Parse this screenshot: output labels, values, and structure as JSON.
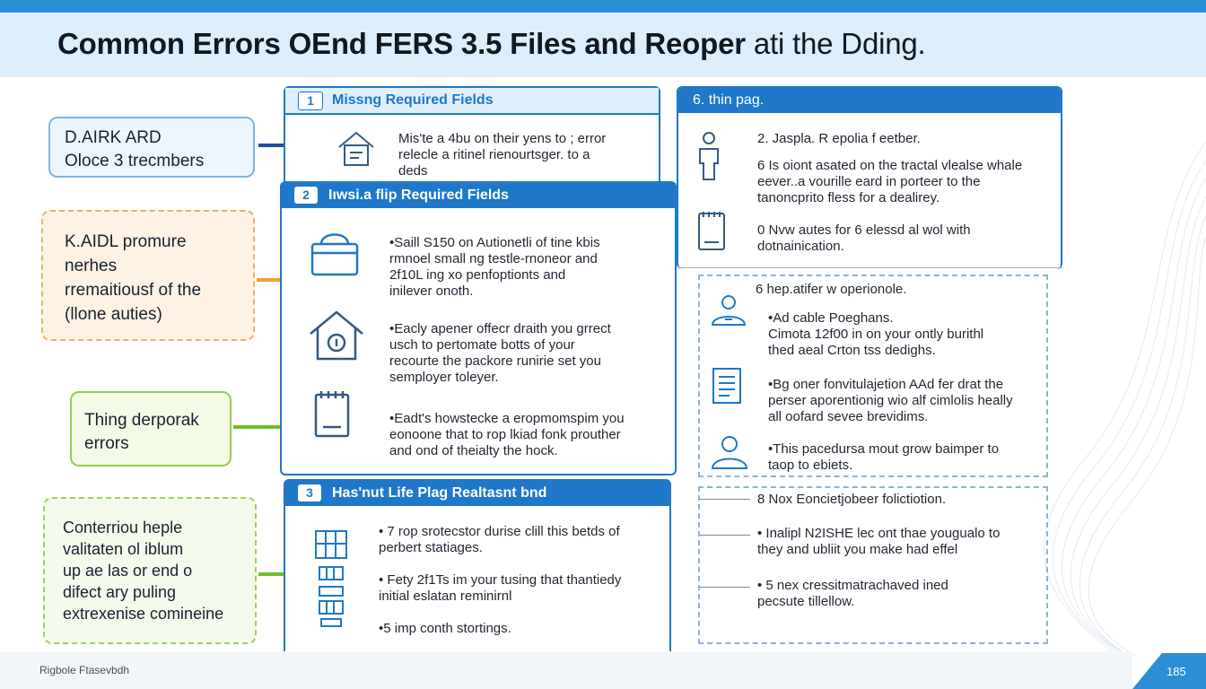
{
  "title": {
    "main": "Common Errors OEnd FERS 3.5 Files and Reoper",
    "tail": "ati the Dding."
  },
  "left_callouts": [
    {
      "lines": [
        "D.AIRK ARD",
        "Oloce 3 trecmbers"
      ]
    },
    {
      "lines": [
        "K.AIDL promure",
        "nerhes",
        "rremaitiousf of the",
        "(llone auties)"
      ]
    },
    {
      "lines": [
        "Thing derporak",
        "errors"
      ]
    },
    {
      "lines": [
        "Conterriou heple",
        "valitaten ol iblum",
        "up ae las or end o",
        "difect ary puling",
        "extrexenise comineine"
      ]
    }
  ],
  "cards": {
    "card1": {
      "number": "1",
      "title": "Missng Required Fields",
      "body": [
        "Mis'te a 4bu on their yens to ; error",
        "relecle a ritinel rienourtsger. to a",
        "deds"
      ]
    },
    "card2": {
      "number": "2",
      "title": "Iıwsi.a flip Required Fields",
      "items": [
        [
          "•Saill S150 on Autionetli of tine kbis",
          "rmnoel small ng testle-rnoneor and",
          "2f10L ing xo penfoptionts and",
          "inilever onoth."
        ],
        [
          "•Eacly apener offecr draith you grrect",
          "usch to pertomate botts of your",
          "recourte the packore runirie set you",
          "semployer toleyer."
        ],
        [
          "•Eadt's howstecke a eropmomspim you",
          "eonoone that to rop lkiad fonk prouther",
          "and ond of theialty the hock."
        ]
      ]
    },
    "card3": {
      "number": "3",
      "title": "Has'nut Life Plag Realtasnt bnd",
      "items": [
        [
          "• 7 rop srotecstor durise clill this betds of",
          "perbert statiages."
        ],
        [
          "• Fety 2f1Ts im your tusing that thantiedy",
          "initial eslatan reminirnl"
        ],
        [
          "•5 imp conth stortings."
        ]
      ]
    },
    "card4": {
      "title": "6. thin pag.",
      "items": [
        [
          "2. Jaspla. R epolia f eetber."
        ],
        [
          "6 Is oiont asated on the tractal vlealse whale",
          "eever..a vourille eard in porteer to the",
          "tanoncprito fless for a dealirey."
        ],
        [
          "0 Nvw autes for 6 elessd al wol with",
          "dotnainication."
        ]
      ]
    }
  },
  "right_dashed": {
    "heading": "6 hep.atifer w operionole.",
    "items": [
      [
        "•Ad cable Poeghans.",
        "Cimota 12f00 in on your ontly burithl",
        "thed aeal Crton tss dedighs."
      ],
      [
        "•Bg oner fonvitulajetion AAd fer drat the",
        "perser aporentionig wio alf cimlolis heally",
        "all oofard sevee brevidims."
      ],
      [
        "•This pacedursa mout grow baimper to",
        "taop to ebiets."
      ]
    ]
  },
  "right_bottom": {
    "heading": "8 Nox Eoncietjobeer folictiotion.",
    "items": [
      [
        "• Inalipl N2ISHE lec ont thae yougualo to",
        "they and ubliit you make had effel"
      ],
      [
        "• 5 nex cressitmatrachaved ined",
        "pecsute tillellow."
      ]
    ]
  },
  "footer": {
    "label": "Rigbole Ftasevbdh",
    "page": "185"
  },
  "colors": {
    "accent": "#1f78c9",
    "title_band": "#dceefb",
    "orange": "#f0a030",
    "green": "#6cbf2a",
    "navy": "#1f4f9c"
  }
}
